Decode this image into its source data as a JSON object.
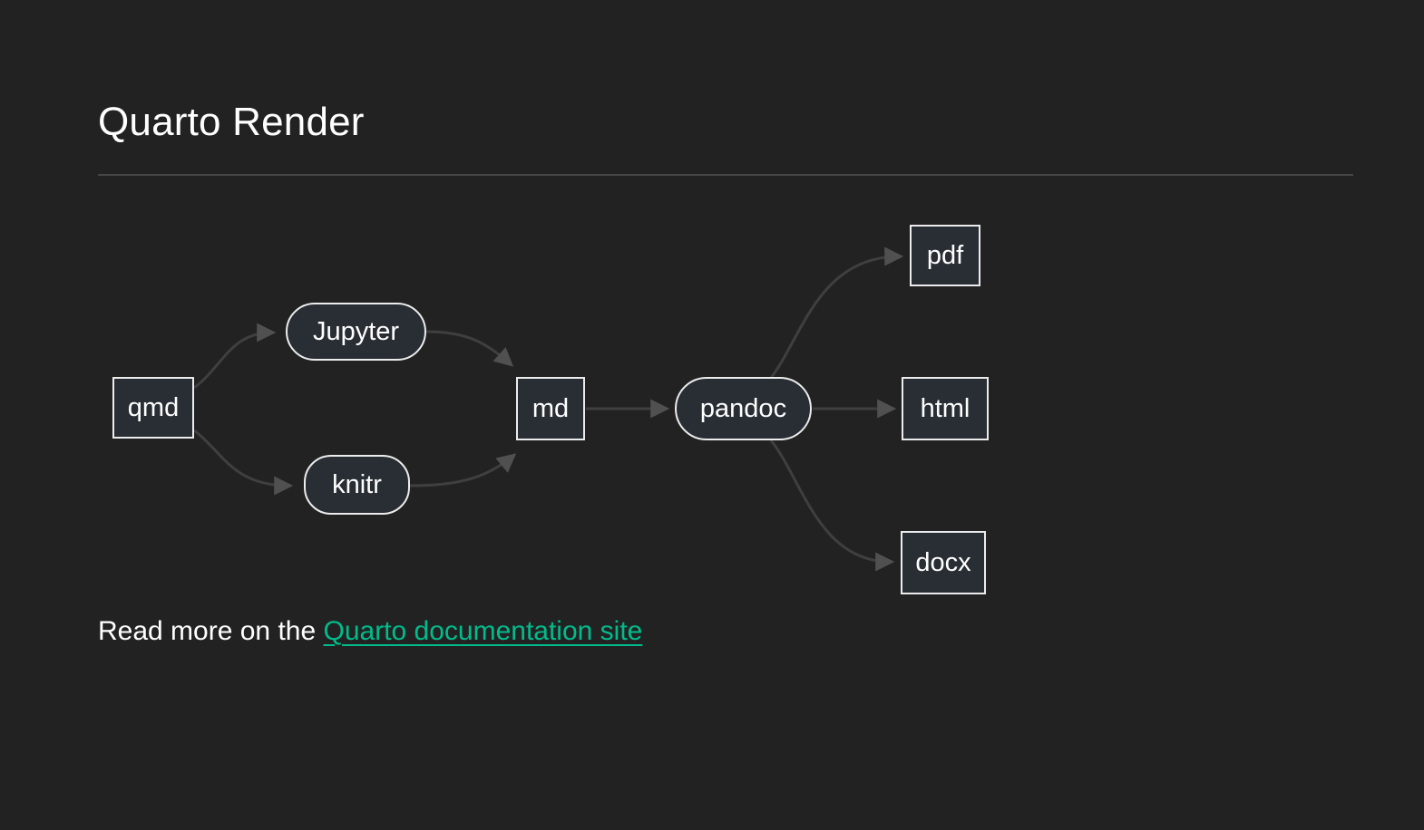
{
  "page": {
    "title": "Quarto Render",
    "read_more_prefix": "Read more on the ",
    "link_text": "Quarto documentation site"
  },
  "colors": {
    "background": "#222222",
    "node_fill": "#292e34",
    "node_border": "#ececec",
    "edge": "#3f3f3f",
    "arrowhead": "#505050",
    "divider": "#474747",
    "text": "#ffffff",
    "link": "#00bc8c"
  },
  "diagram": {
    "type": "flowchart",
    "direction": "left-to-right",
    "nodes": [
      {
        "id": "qmd",
        "label": "qmd",
        "shape": "rect"
      },
      {
        "id": "jupyter",
        "label": "Jupyter",
        "shape": "stadium"
      },
      {
        "id": "knitr",
        "label": "knitr",
        "shape": "stadium"
      },
      {
        "id": "md",
        "label": "md",
        "shape": "rect"
      },
      {
        "id": "pandoc",
        "label": "pandoc",
        "shape": "stadium"
      },
      {
        "id": "pdf",
        "label": "pdf",
        "shape": "rect"
      },
      {
        "id": "html",
        "label": "html",
        "shape": "rect"
      },
      {
        "id": "docx",
        "label": "docx",
        "shape": "rect"
      }
    ],
    "edges": [
      {
        "from": "qmd",
        "to": "jupyter"
      },
      {
        "from": "qmd",
        "to": "knitr"
      },
      {
        "from": "jupyter",
        "to": "md"
      },
      {
        "from": "knitr",
        "to": "md"
      },
      {
        "from": "md",
        "to": "pandoc"
      },
      {
        "from": "pandoc",
        "to": "pdf"
      },
      {
        "from": "pandoc",
        "to": "html"
      },
      {
        "from": "pandoc",
        "to": "docx"
      }
    ]
  }
}
